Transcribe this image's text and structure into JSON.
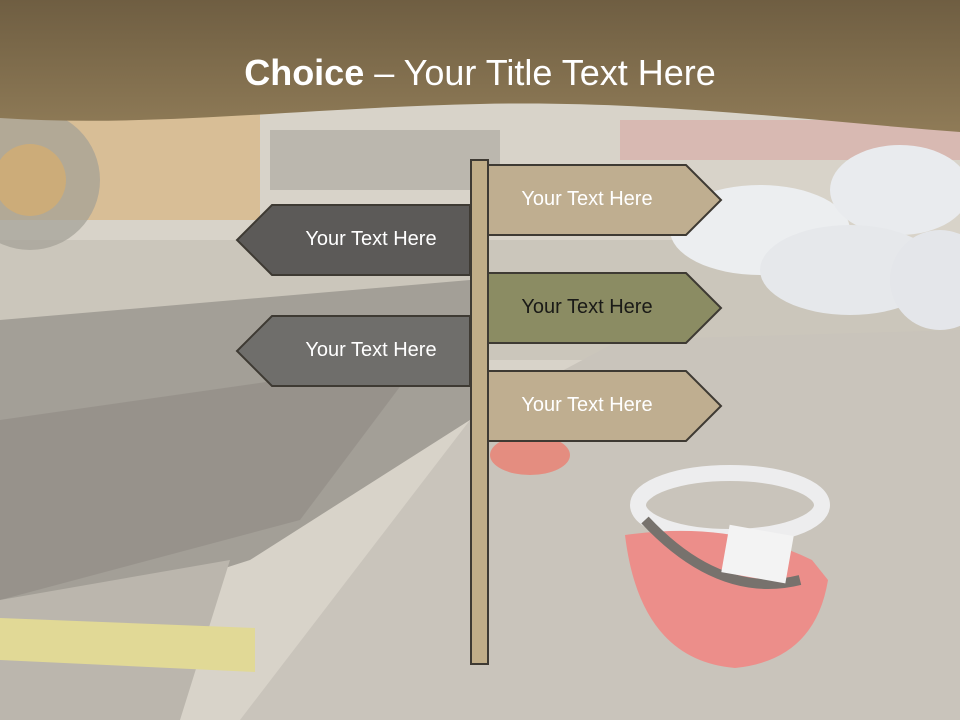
{
  "title": {
    "bold": "Choice",
    "separator": " – ",
    "rest": "Your Title Text Here"
  },
  "signs": [
    {
      "label": "Your Text Here",
      "fill": "#bfae90"
    },
    {
      "label": "Your Text Here",
      "fill": "#5c5a58"
    },
    {
      "label": "Your Text Here",
      "fill": "#8b8c63"
    },
    {
      "label": "Your Text Here",
      "fill": "#6f6e6b"
    },
    {
      "label": "Your Text Here",
      "fill": "#bfae90"
    }
  ],
  "colors": {
    "header": "#7c6a4a",
    "post": "#c0ad88",
    "outline": "#3e3a33"
  }
}
